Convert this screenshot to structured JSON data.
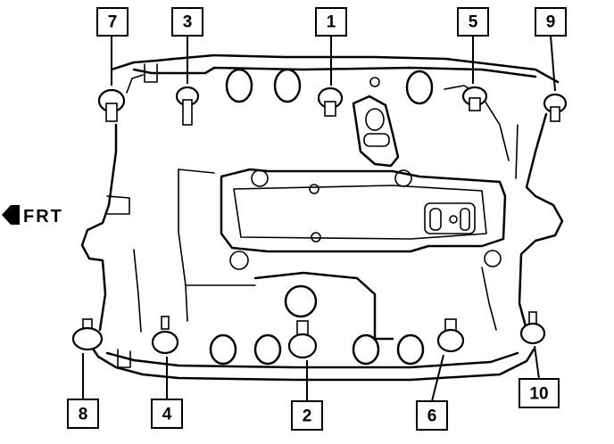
{
  "direction_label": "FRT",
  "colors": {
    "line": "#000000",
    "background": "#ffffff"
  },
  "callouts": {
    "c1": "1",
    "c2": "2",
    "c3": "3",
    "c4": "4",
    "c5": "5",
    "c6": "6",
    "c7": "7",
    "c8": "8",
    "c9": "9",
    "c10": "10"
  }
}
